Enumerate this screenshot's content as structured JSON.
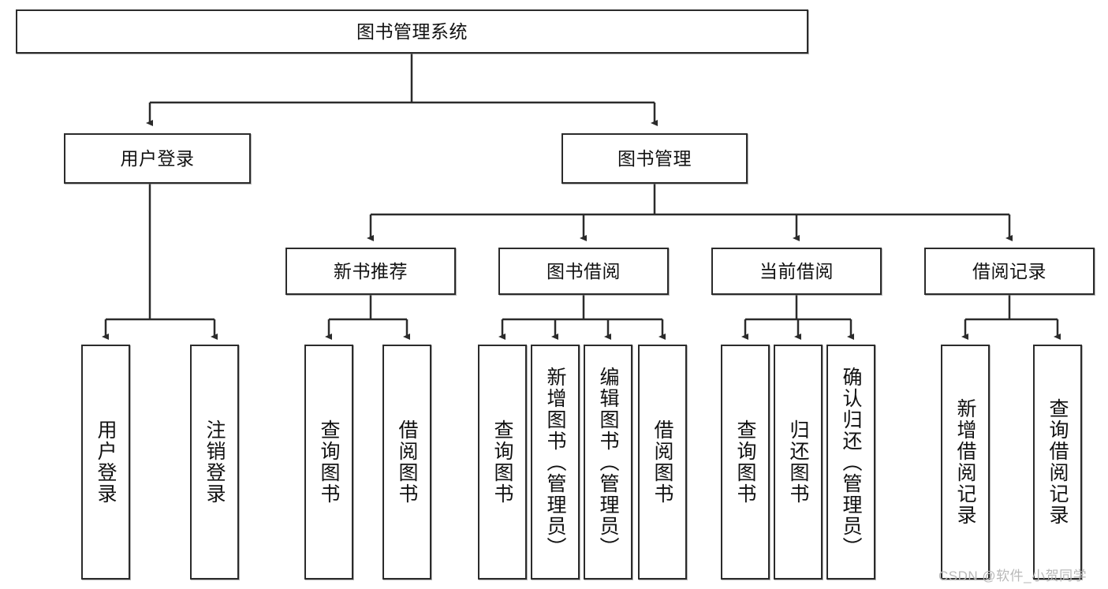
{
  "diagram": {
    "title": "图书管理系统",
    "type": "tree",
    "colors": {
      "stroke": "#2b2b2b",
      "fill": "#ffffff",
      "text": "#111111",
      "watermark": "#b9b9b9"
    },
    "root": {
      "label": "图书管理系统"
    },
    "level2": [
      {
        "label": "用户登录"
      },
      {
        "label": "图书管理"
      }
    ],
    "level3": [
      {
        "label": "新书推荐"
      },
      {
        "label": "图书借阅"
      },
      {
        "label": "当前借阅"
      },
      {
        "label": "借阅记录"
      }
    ],
    "leaves": {
      "user_login": [
        {
          "label": "用户登录"
        },
        {
          "label": "注销登录"
        }
      ],
      "new_book": [
        {
          "label": "查询图书"
        },
        {
          "label": "借阅图书"
        }
      ],
      "book_borrow": [
        {
          "label": "查询图书"
        },
        {
          "label": "新增图书（管理员）"
        },
        {
          "label": "编辑图书（管理员）"
        },
        {
          "label": "借阅图书"
        }
      ],
      "current_borrow": [
        {
          "label": "查询图书"
        },
        {
          "label": "归还图书"
        },
        {
          "label": "确认归还（管理员）"
        }
      ],
      "borrow_record": [
        {
          "label": "新增借阅记录"
        },
        {
          "label": "查询借阅记录"
        }
      ]
    }
  },
  "watermark": {
    "text": "CSDN @软件_小贺同学"
  }
}
